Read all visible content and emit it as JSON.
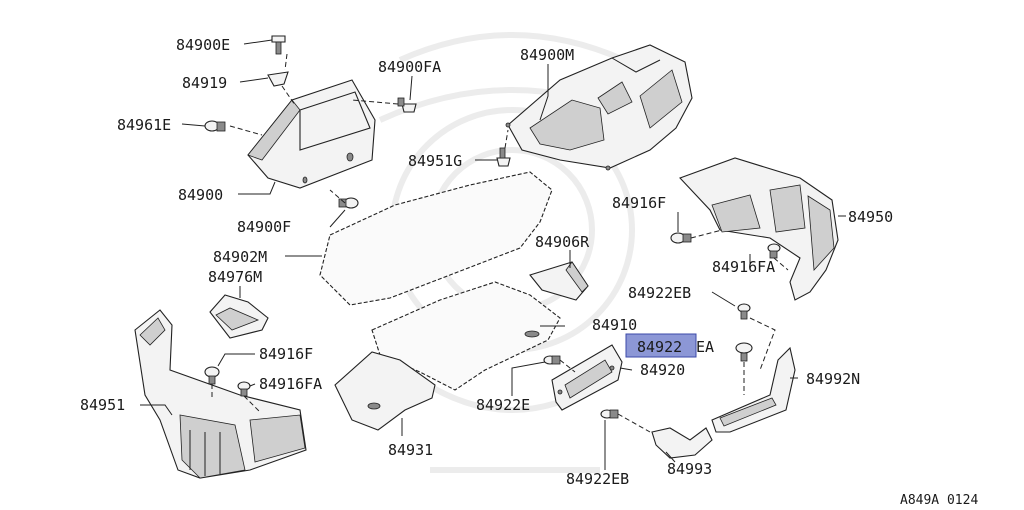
{
  "diagram": {
    "reference_code": "A849A 0124",
    "highlight_color": "#4f5fc0",
    "labels": [
      {
        "id": "84900E",
        "text": "84900E"
      },
      {
        "id": "84919",
        "text": "84919"
      },
      {
        "id": "84900FA",
        "text": "84900FA"
      },
      {
        "id": "84961E",
        "text": "84961E"
      },
      {
        "id": "84900",
        "text": "84900"
      },
      {
        "id": "84900F",
        "text": "84900F"
      },
      {
        "id": "84900M",
        "text": "84900M"
      },
      {
        "id": "84951G",
        "text": "84951G"
      },
      {
        "id": "84902M",
        "text": "84902M"
      },
      {
        "id": "84976M",
        "text": "84976M"
      },
      {
        "id": "84906R",
        "text": "84906R"
      },
      {
        "id": "84916F_r",
        "text": "84916F"
      },
      {
        "id": "84950",
        "text": "84950"
      },
      {
        "id": "84916FA_r",
        "text": "84916FA"
      },
      {
        "id": "84922EB_t",
        "text": "84922EB"
      },
      {
        "id": "84910",
        "text": "84910"
      },
      {
        "id": "84922EA_hl",
        "text": "84922"
      },
      {
        "id": "84922EA_suffix",
        "text": "EA"
      },
      {
        "id": "84992N",
        "text": "84992N"
      },
      {
        "id": "84916F_l",
        "text": "84916F"
      },
      {
        "id": "84916FA_l",
        "text": "84916FA"
      },
      {
        "id": "84920",
        "text": "84920"
      },
      {
        "id": "84951",
        "text": "84951"
      },
      {
        "id": "84922E",
        "text": "84922E"
      },
      {
        "id": "84931",
        "text": "84931"
      },
      {
        "id": "84993",
        "text": "84993"
      },
      {
        "id": "84922EB_b",
        "text": "84922EB"
      }
    ]
  }
}
